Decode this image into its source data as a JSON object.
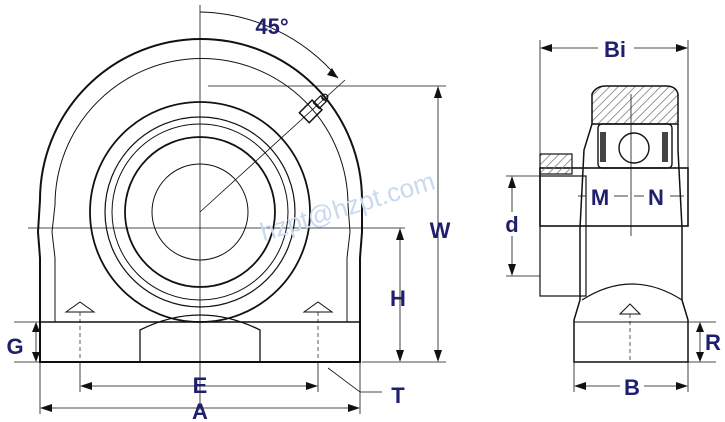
{
  "watermark": "hzpt@hzpt.com",
  "labels": {
    "angle": "45°",
    "A": "A",
    "E": "E",
    "T": "T",
    "G": "G",
    "H": "H",
    "W": "W",
    "Bi": "Bi",
    "M": "M",
    "N": "N",
    "d": "d",
    "B": "B",
    "R": "R"
  },
  "colors": {
    "label": "#1f1f6e",
    "line": "#111111",
    "watermark": "#c9d9ef",
    "hatch": "#777777"
  }
}
